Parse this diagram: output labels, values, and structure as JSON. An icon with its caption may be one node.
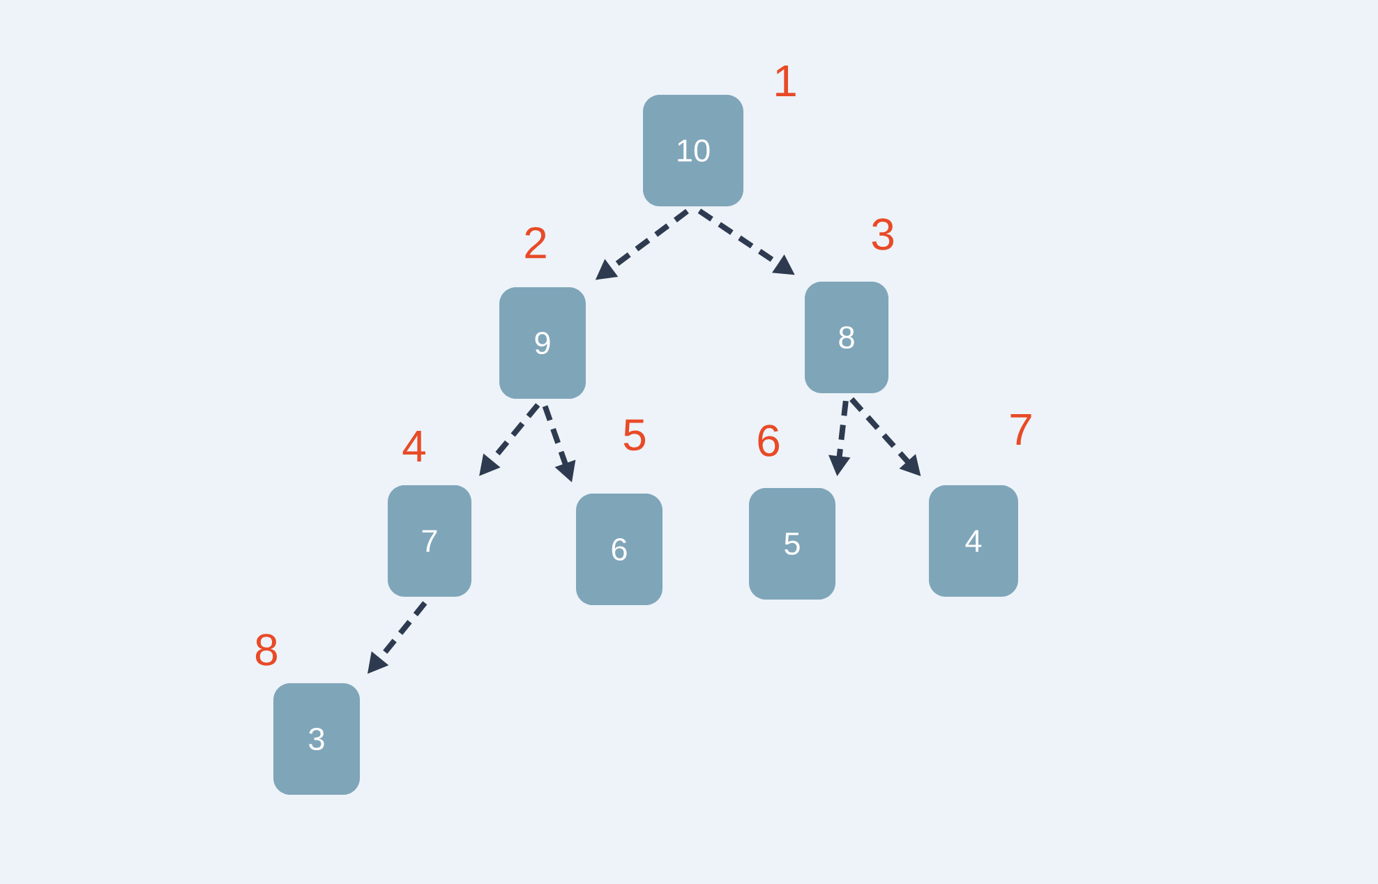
{
  "diagram": {
    "nodes": [
      {
        "text": [
          "10"
        ],
        "beside": [
          "1"
        ]
      },
      {
        "text": [
          "9"
        ],
        "beside": [
          "2"
        ]
      },
      {
        "text": [
          "8"
        ],
        "beside": [
          "3"
        ]
      },
      {
        "text": [
          "7"
        ],
        "beside": [
          "4"
        ]
      },
      {
        "text": [
          "6"
        ],
        "beside": [
          "5"
        ]
      },
      {
        "text": [
          "5"
        ],
        "beside": [
          "6"
        ]
      },
      {
        "text": [
          "4"
        ],
        "beside": [
          "7"
        ]
      },
      {
        "text": [
          "3"
        ],
        "beside": [
          "8"
        ]
      }
    ],
    "edges": [
      {
        "from": 0,
        "to": 1,
        "arrow": "to",
        "style": "dashed"
      },
      {
        "from": 0,
        "to": 2,
        "arrow": "to",
        "style": "dashed"
      },
      {
        "from": 1,
        "to": 3,
        "arrow": "to",
        "style": "dashed"
      },
      {
        "from": 1,
        "to": 4,
        "arrow": "to",
        "style": "dashed"
      },
      {
        "from": 2,
        "to": 5,
        "arrow": "to",
        "style": "dashed"
      },
      {
        "from": 2,
        "to": 6,
        "arrow": "to",
        "style": "dashed"
      },
      {
        "from": 3,
        "to": 7,
        "arrow": "to",
        "style": "dashed"
      }
    ]
  }
}
